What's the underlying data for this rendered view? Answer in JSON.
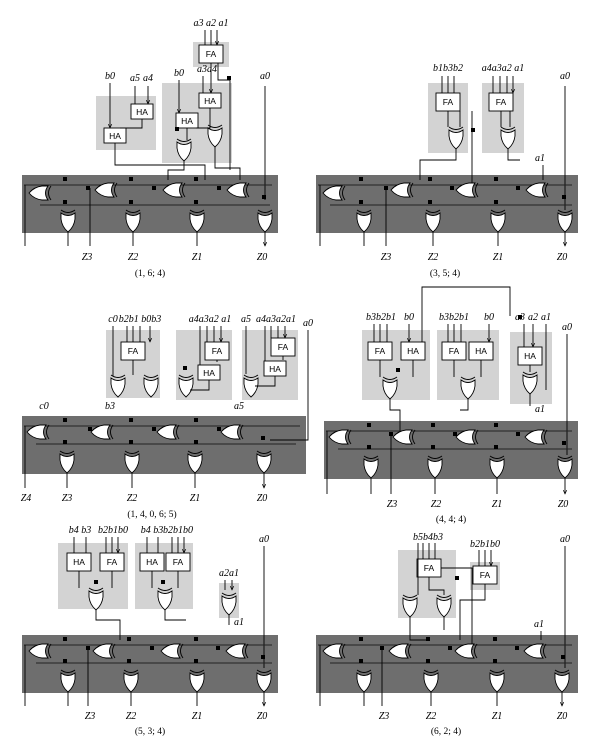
{
  "panels": [
    {
      "caption": "(1, 6; 4)",
      "outputs": [
        "Z3",
        "Z2",
        "Z1",
        "Z0"
      ],
      "cells": [
        "FA",
        "HA",
        "HA",
        "HA",
        "HA"
      ],
      "inputs": [
        "a3 a2 a1",
        "b0",
        "a5",
        "a4",
        "b0",
        "a3a4",
        "a0"
      ]
    },
    {
      "caption": "(3, 5; 4)",
      "outputs": [
        "Z3",
        "Z2",
        "Z1",
        "Z0"
      ],
      "cells": [
        "FA",
        "FA"
      ],
      "inputs": [
        "b1b3b2",
        "a4a3a2 a1",
        "a0",
        "a1"
      ]
    },
    {
      "caption": "(1, 4, 0, 6; 5)",
      "outputs": [
        "Z4",
        "Z3",
        "Z2",
        "Z1",
        "Z0"
      ],
      "cells": [
        "FA",
        "FA",
        "HA",
        "FA",
        "HA"
      ],
      "inputs": [
        "c0",
        "b2b1 b0b3",
        "a4a3a2 a1",
        "a5",
        "a4a3a2a1",
        "a0",
        "c0",
        "b3",
        "a5"
      ]
    },
    {
      "caption": "(4, 4; 4)",
      "outputs": [
        "Z3",
        "Z2",
        "Z1",
        "Z0"
      ],
      "cells": [
        "FA",
        "HA",
        "FA",
        "HA",
        "HA"
      ],
      "inputs": [
        "b3b2b1",
        "b0",
        "b3b2b1",
        "b0",
        "a3",
        "a2",
        "a1",
        "a0",
        "a1"
      ]
    },
    {
      "caption": "(5, 3; 4)",
      "outputs": [
        "Z3",
        "Z2",
        "Z1",
        "Z0"
      ],
      "cells": [
        "HA",
        "FA",
        "HA",
        "FA"
      ],
      "inputs": [
        "b4 b3",
        "b2b1b0",
        "b4 b3",
        "b2b1b0",
        "a2a1",
        "a0",
        "a1"
      ]
    },
    {
      "caption": "(6, 2; 4)",
      "outputs": [
        "Z3",
        "Z2",
        "Z1",
        "Z0"
      ],
      "cells": [
        "FA",
        "FA"
      ],
      "inputs": [
        "b5b4b3",
        "b2b1b0",
        "a0",
        "a1"
      ]
    }
  ]
}
